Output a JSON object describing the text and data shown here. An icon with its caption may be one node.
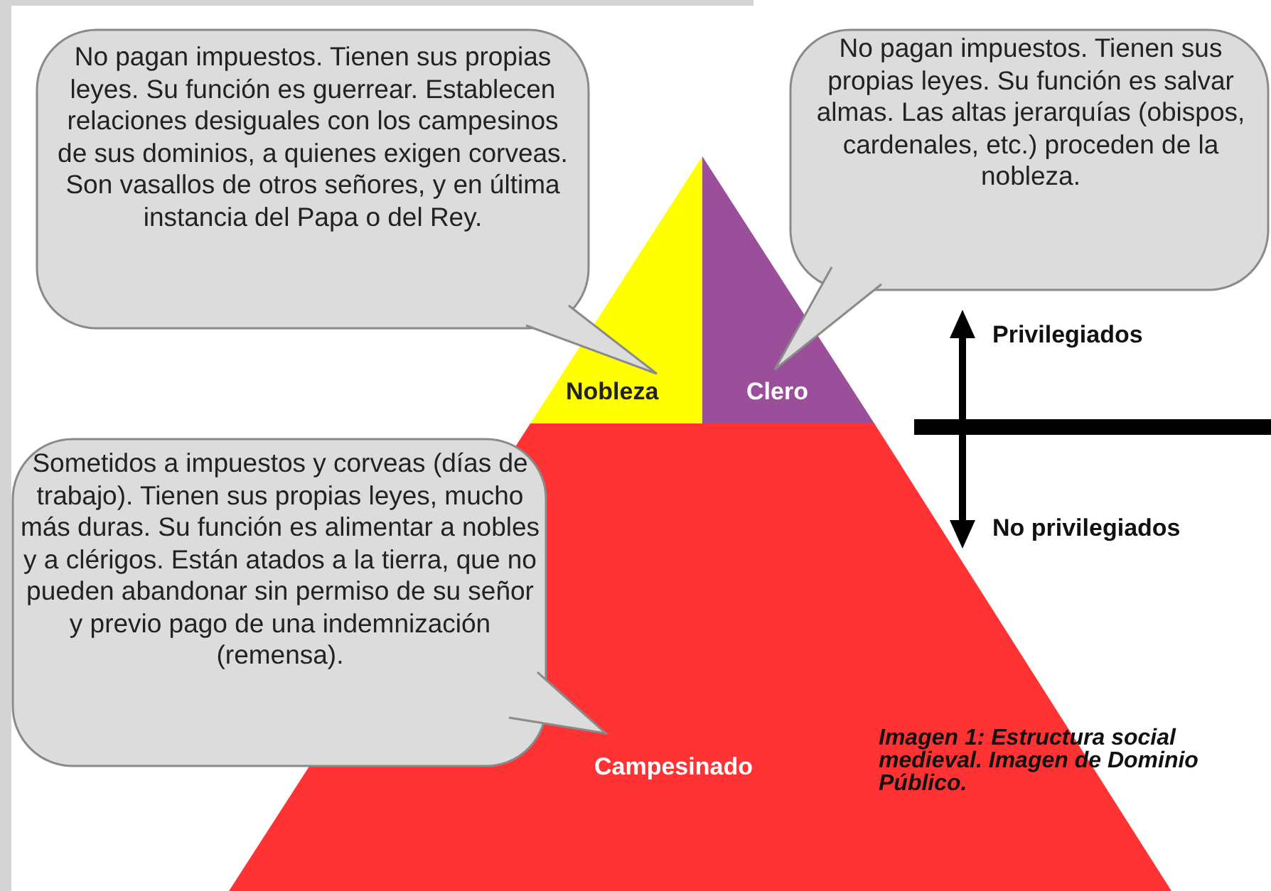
{
  "diagram": {
    "caption": "Imagen 1: Estructura social medieval. Imagen de Dominio Público.",
    "nodes": [
      {
        "text": [
          "No pagan impuestos. Tienen sus propias leyes. Su función es guerrear. Establecen relaciones desiguales con los campesinos de sus dominios, a quienes exigen corveas. Son vasallos de otros señores, y en última instancia del Papa o del Rey."
        ]
      },
      {
        "text": [
          "No pagan impuestos. Tienen sus propias leyes. Su función es salvar almas. Las altas jerarquías (obispos, cardenales, etc.) proceden de la nobleza."
        ]
      },
      {
        "text": [
          "Nobleza"
        ]
      },
      {
        "text": [
          "Clero"
        ]
      },
      {
        "text": [
          "Sometidos a impuestos y corveas (días de trabajo). Tienen sus propias leyes, mucho más duras. Su función es alimentar a nobles y a clérigos. Están atados a la tierra, que no pueden abandonar sin permiso de su señor y previo pago de una indemnización (remensa)."
        ]
      },
      {
        "text": [
          "Campesinado"
        ]
      }
    ],
    "labels": [
      "Privilegiados",
      "No privilegiados"
    ]
  }
}
